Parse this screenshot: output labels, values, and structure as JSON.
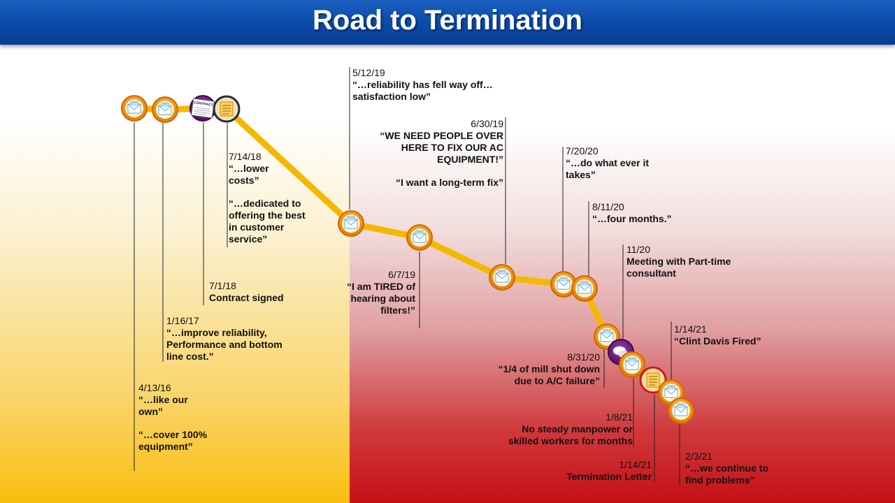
{
  "title": "Road to Termination",
  "colors": {
    "header": "#0b4aa8",
    "path": "#f5b800",
    "node_ring": "#f08a00",
    "node_alt_ring": "#6a1a80",
    "node_letter_ring": "#d01818"
  },
  "events": [
    {
      "date": "4/13/16",
      "lines": [
        "“…like our own”",
        "“…cover 100% equipment”"
      ]
    },
    {
      "date": "1/16/17",
      "lines": [
        "“…improve reliability, Performance and bottom line cost.”"
      ]
    },
    {
      "date": "7/1/18",
      "lines": [
        "Contract signed"
      ]
    },
    {
      "date": "7/14/18",
      "lines": [
        "“…lower costs”",
        "“…dedicated to offering the best in customer service”"
      ]
    },
    {
      "date": "5/12/19",
      "lines": [
        "“…reliability has fell way off… satisfaction low”"
      ]
    },
    {
      "date": "6/7/19",
      "lines": [
        "“I am TIRED of hearing about filters!”"
      ]
    },
    {
      "date": "6/30/19",
      "lines": [
        "“WE NEED PEOPLE OVER HERE TO FIX OUR AC EQUIPMENT!”",
        "“I want a long-term fix”"
      ]
    },
    {
      "date": "7/20/20",
      "lines": [
        "“…do what ever it takes”"
      ]
    },
    {
      "date": "8/11/20",
      "lines": [
        "“…four months.”"
      ]
    },
    {
      "date": "8/31/20",
      "lines": [
        "“1/4 of mill shut down due to A/C failure”"
      ]
    },
    {
      "date": "11/20",
      "lines": [
        "Meeting with Part-time consultant"
      ]
    },
    {
      "date": "1/8/21",
      "lines": [
        "No steady manpower or skilled workers for months"
      ]
    },
    {
      "date": "1/14/21",
      "lines": [
        "Termination Letter"
      ]
    },
    {
      "date": "1/14/21",
      "lines": [
        "“Clint Davis Fired”"
      ]
    },
    {
      "date": "2/3/21",
      "lines": [
        "“…we continue to find problems”"
      ]
    }
  ],
  "icons": {
    "email": "email-icon",
    "contract": "contract-icon",
    "document": "document-icon",
    "chat": "chat-icon",
    "contract_text": "CONTRACT"
  }
}
